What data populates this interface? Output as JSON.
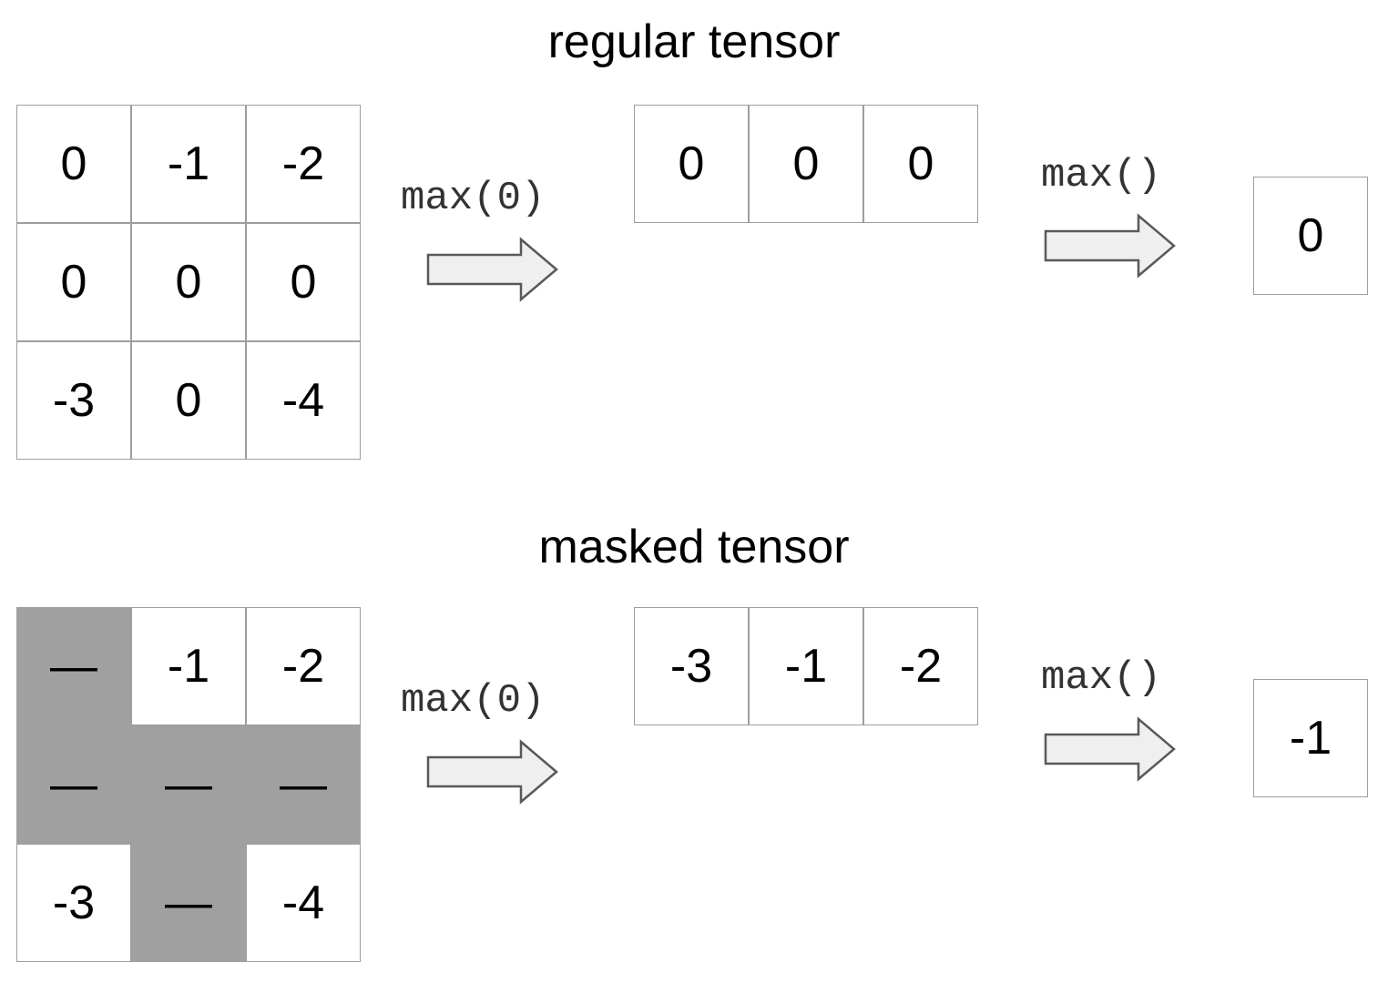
{
  "regular": {
    "title": "regular tensor",
    "input": [
      [
        "0",
        "-1",
        "-2"
      ],
      [
        "0",
        "0",
        "0"
      ],
      [
        "-3",
        "0",
        "-4"
      ]
    ],
    "op1": "max(0)",
    "middle": [
      "0",
      "0",
      "0"
    ],
    "op2": "max()",
    "result": "0"
  },
  "masked": {
    "title": "masked tensor",
    "input": [
      [
        "—",
        "-1",
        "-2"
      ],
      [
        "—",
        "—",
        "—"
      ],
      [
        "-3",
        "—",
        "-4"
      ]
    ],
    "mask": [
      [
        true,
        false,
        false
      ],
      [
        true,
        true,
        true
      ],
      [
        false,
        true,
        false
      ]
    ],
    "op1": "max(0)",
    "middle": [
      "-3",
      "-1",
      "-2"
    ],
    "op2": "max()",
    "result": "-1"
  },
  "colors": {
    "masked_fill": "#a0a0a0",
    "cell_border": "#9e9e9e",
    "arrow_fill": "#efefef",
    "arrow_stroke": "#595959"
  },
  "icons": [
    "right-arrow-icon"
  ]
}
